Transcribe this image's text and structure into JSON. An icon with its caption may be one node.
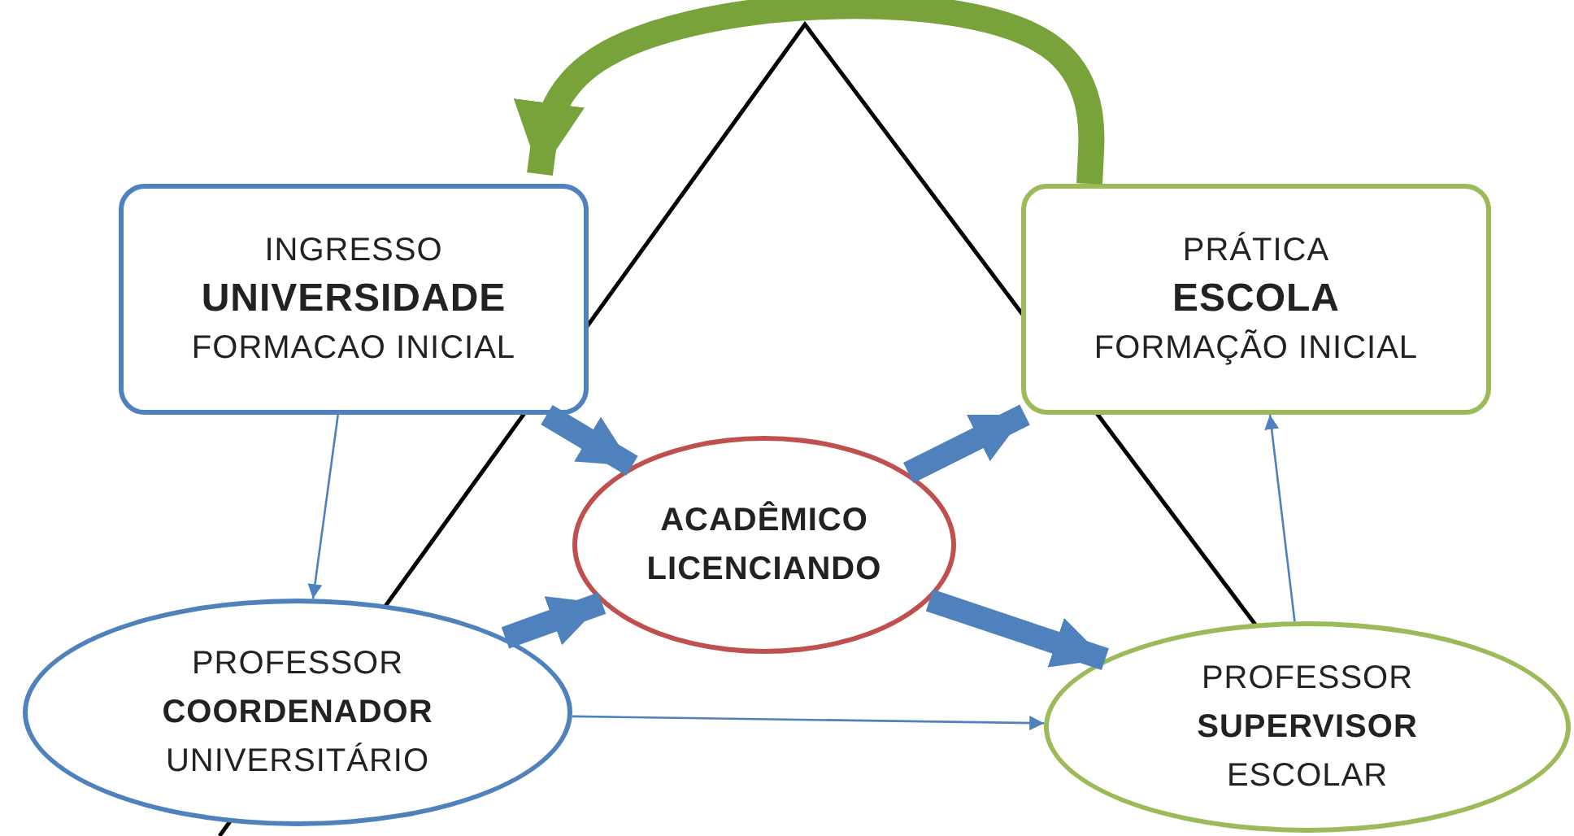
{
  "diagram": {
    "nodes": [
      {
        "text": [
          "INGRESSO",
          "UNIVERSIDADE",
          "FORMACAO INICIAL"
        ]
      },
      {
        "text": [
          "PRÁTICA",
          "ESCOLA",
          "FORMAÇÃO INICIAL"
        ]
      },
      {
        "text": [
          "ACADÊMICO LICENCIANDO"
        ]
      },
      {
        "text": [
          "PROFESSOR",
          "COORDENADOR",
          "UNIVERSITÁRIO"
        ]
      },
      {
        "text": [
          "PROFESSOR",
          "SUPERVISOR",
          "ESCOLAR"
        ]
      }
    ],
    "edges": [
      {
        "from": 1,
        "to": 0,
        "arrow": "to",
        "color": "#77a33a"
      },
      {
        "from": 0,
        "to": 2,
        "arrow": "to"
      },
      {
        "from": 2,
        "to": 1,
        "arrow": "to"
      },
      {
        "from": 3,
        "to": 2,
        "arrow": "to"
      },
      {
        "from": 2,
        "to": 4,
        "arrow": "to"
      },
      {
        "from": 0,
        "to": 3,
        "arrow": "to"
      },
      {
        "from": 3,
        "to": 4,
        "arrow": "to"
      },
      {
        "from": 4,
        "to": 1,
        "arrow": "to"
      }
    ]
  }
}
